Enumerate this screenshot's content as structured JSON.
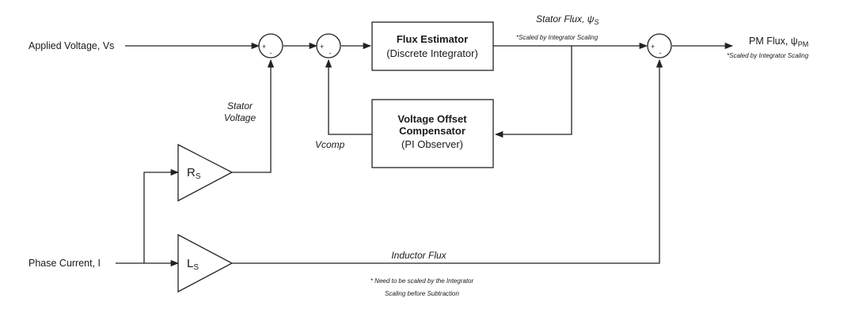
{
  "inputs": {
    "applied_voltage": "Applied Voltage, Vs",
    "phase_current": "Phase Current, I"
  },
  "blocks": {
    "flux_estimator": {
      "title": "Flux Estimator",
      "subtitle": "(Discrete Integrator)"
    },
    "voltage_offset": {
      "title_line1": "Voltage Offset",
      "title_line2": "Compensator",
      "subtitle": "(PI Observer)"
    }
  },
  "gains": {
    "rs": {
      "main": "R",
      "sub": "S"
    },
    "ls": {
      "main": "L",
      "sub": "S"
    }
  },
  "labels": {
    "stator_voltage_line1": "Stator",
    "stator_voltage_line2": "Voltage",
    "vcomp": "Vcomp",
    "stator_flux": "Stator Flux, ψ",
    "stator_flux_sub": "S",
    "stator_flux_note": "*Scaled by Integrator Scaling",
    "inductor_flux": "Inductor Flux",
    "inductor_note_line1": "* Need to be scaled by the Integrator",
    "inductor_note_line2": "Scaling before Subtraction"
  },
  "output": {
    "pm_flux": "PM Flux, ψ",
    "pm_flux_sub": "PM",
    "pm_flux_note": "*Scaled by Integrator Scaling"
  },
  "summing_signs": {
    "plus": "+",
    "minus": "-"
  }
}
